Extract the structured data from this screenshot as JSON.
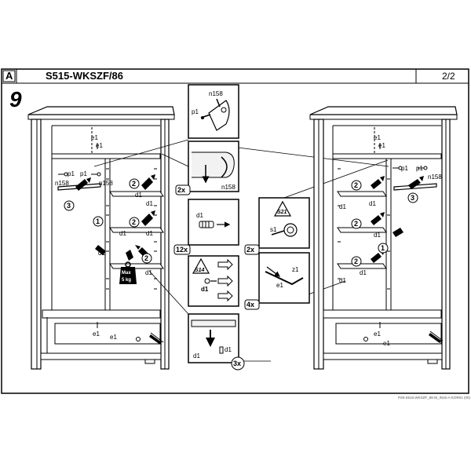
{
  "header": {
    "sheet_letter": "A",
    "model": "S515-WKSZF/86",
    "page": "2/2"
  },
  "step": {
    "number": "9"
  },
  "left_cabinet": {
    "labels": {
      "e1_top": "e1",
      "e1_top2": "e1",
      "p1_a": "p1",
      "p1_b": "p1",
      "n158_a": "n158",
      "n158_b": "n158",
      "circle3": "3",
      "circle2_a": "2",
      "circle2_b": "2",
      "circle2_c": "2",
      "circle1": "1",
      "d1_a": "d1",
      "d1_b": "d1",
      "d1_c": "d1",
      "d1_d": "d1",
      "d1_e": "d1",
      "d1_f": "d1",
      "e1_bottom": "e1",
      "e1_bottom2": "e1",
      "weight_max": "Max",
      "weight_val": "5 kg"
    }
  },
  "right_cabinet": {
    "labels": {
      "e1_top": "e1",
      "e1_top2": "e1",
      "p1_a": "p1",
      "p1_b": "p1",
      "n158": "n158",
      "circle2_a": "2",
      "circle2_b": "2",
      "circle2_c": "2",
      "circle3": "3",
      "circle1": "1",
      "d1_a": "d1",
      "d1_b": "d1",
      "d1_c": "d1",
      "d1_d": "d1",
      "d1_e": "d1",
      "e1_bottom": "e1",
      "e1_bottom2": "e1"
    }
  },
  "details": {
    "top": {
      "n158": "n158",
      "p1": "p1"
    },
    "hook": {
      "qty": "2x",
      "n158": "n158"
    },
    "dowel": {
      "qty": "12x",
      "d1": "d1"
    },
    "tool_s14": {
      "tool": "S14",
      "d1": "d1"
    },
    "drawer": {
      "qty": "3x",
      "d1": "d1"
    },
    "knob": {
      "qty": "2x",
      "tool": "S21",
      "s1": "s1"
    },
    "rail": {
      "qty": "4x",
      "z1": "z1",
      "e1": "e1"
    }
  },
  "footer": {
    "code": "P28-S515-WKSZF_86-M_IN16-A-KOR01 (00)"
  }
}
